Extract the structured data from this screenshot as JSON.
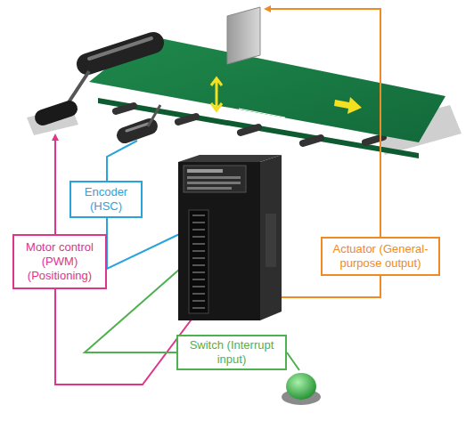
{
  "diagram": {
    "nodes": [
      {
        "text": [
          "Encoder (HSC)"
        ]
      },
      {
        "text": [
          "Motor control (PWM) (Positioning)"
        ]
      },
      {
        "text": [
          "Actuator (General-purpose output)"
        ]
      },
      {
        "text": [
          "Switch (Interrupt input)"
        ]
      }
    ]
  }
}
